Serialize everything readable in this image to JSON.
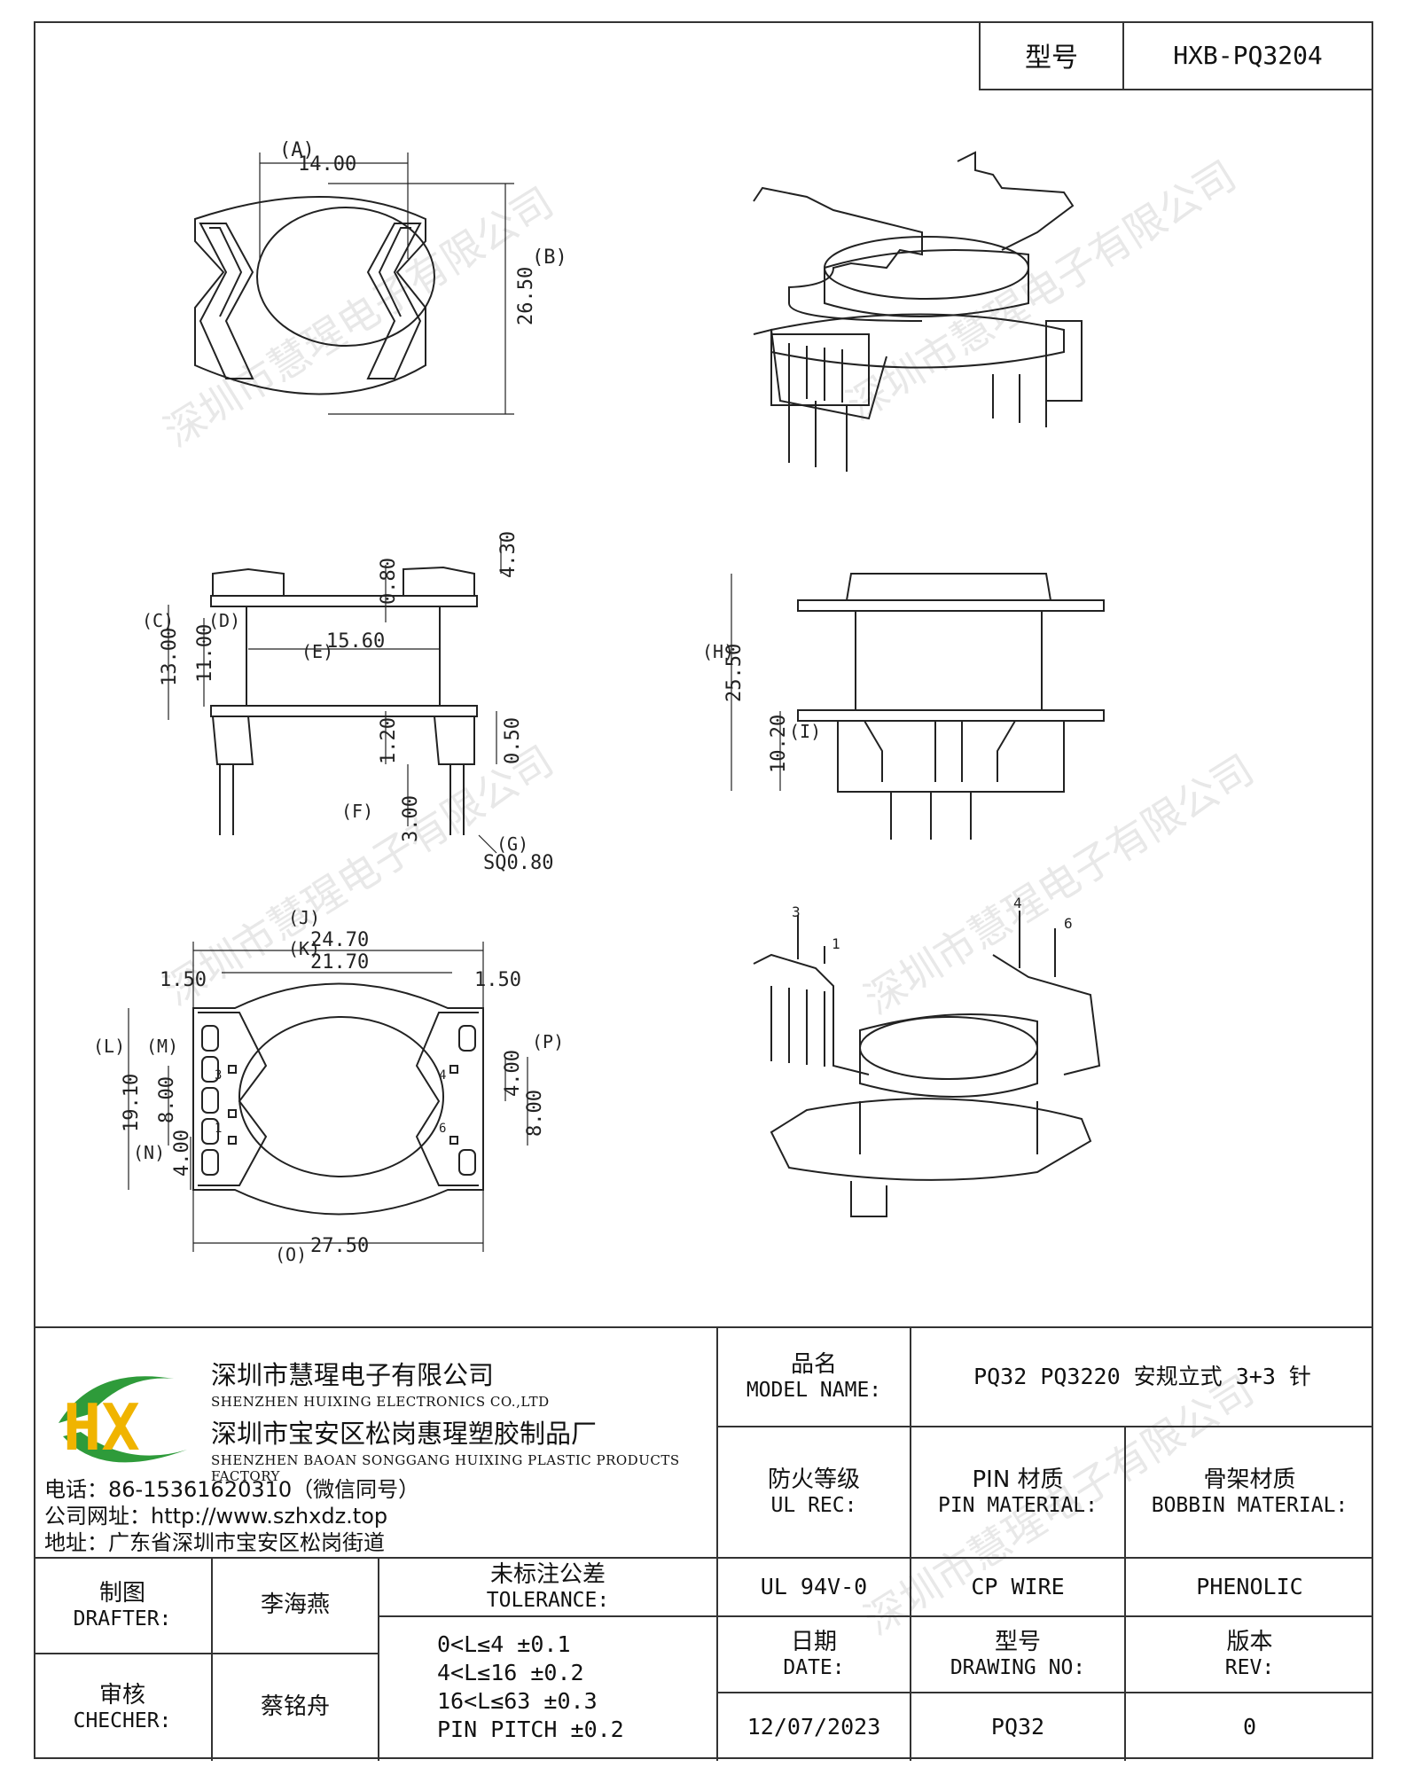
{
  "model_box": {
    "label": "型号",
    "value": "HXB-PQ3204"
  },
  "drawing": {
    "dims_top_left": {
      "a": "(A)",
      "a_val": "14.00",
      "b": "(B)",
      "b_val": "26.50"
    },
    "dims_mid_left": {
      "c": "(C)",
      "c_val": "13.00",
      "d": "(D)",
      "d_val": "11.00",
      "e": "(E)",
      "e_val": "15.60",
      "top_val": "4.30",
      "w_val": "0.80",
      "f": "(F)",
      "f_val": "3.00",
      "g": "(G)",
      "g_val": "SQ0.80",
      "pin_w": "1.20",
      "pin_t": "0.50"
    },
    "dims_mid_right": {
      "h": "(H)",
      "h_val": "25.50",
      "i": "(I)",
      "i_val": "10.20"
    },
    "dims_bottom_left": {
      "j": "(J)",
      "j_val": "24.70",
      "k": "(K)",
      "k_val": "21.70",
      "l": "(L)",
      "l_val": "19.10",
      "m": "(M)",
      "m_val": "8.00",
      "n": "(N)",
      "n_val": "4.00",
      "o": "(O)",
      "o_val": "27.50",
      "p": "(P)",
      "p_val": "4.00",
      "p2_val": "8.00",
      "side_l": "1.50",
      "side_r": "1.50",
      "pin3": "3",
      "pin1": "1",
      "pin6": "6",
      "pin4": "4"
    },
    "pin_labels_3d": {
      "p3": "3",
      "p1": "1",
      "p4": "4",
      "p6": "6"
    },
    "watermark": "深圳市慧瑆电子有限公司"
  },
  "company": {
    "name_cn": "深圳市慧瑆电子有限公司",
    "name_en": "SHENZHEN HUIXING ELECTRONICS CO.,LTD",
    "factory_cn": "深圳市宝安区松岗惠瑆塑胶制品厂",
    "factory_en": "SHENZHEN BAOAN SONGGANG HUIXING PLASTIC PRODUCTS FACTORY",
    "phone": "电话：86-15361620310（微信同号）",
    "website": "公司网址：http://www.szhxdz.top",
    "address": "地址：广东省深圳市宝安区松岗街道",
    "logo_text": "HX"
  },
  "title_block": {
    "model_name_cn": "品名",
    "model_name_en": "MODEL NAME:",
    "model_name_val": "PQ32 PQ3220 安规立式 3+3 针",
    "ul_cn": "防火等级",
    "ul_en": "UL REC:",
    "pin_mat_cn": "PIN 材质",
    "pin_mat_en": "PIN MATERIAL:",
    "bob_mat_cn": "骨架材质",
    "bob_mat_en": "BOBBIN MATERIAL:",
    "ul_val": "UL 94V-0",
    "pin_mat_val": "CP WIRE",
    "bob_mat_val": "PHENOLIC",
    "drafter_cn": "制图",
    "drafter_en": "DRAFTER:",
    "drafter_val": "李海燕",
    "checker_cn": "审核",
    "checker_en": "CHECHER:",
    "checker_val": "蔡铭舟",
    "tol_cn": "未标注公差",
    "tol_en": "TOLERANCE:",
    "tol_lines": [
      "0<L≤4  ±0.1",
      "4<L≤16 ±0.2",
      "16<L≤63 ±0.3",
      "PIN PITCH ±0.2"
    ],
    "date_cn": "日期",
    "date_en": "DATE:",
    "drawno_cn": "型号",
    "drawno_en": "DRAWING NO:",
    "rev_cn": "版本",
    "rev_en": "REV:",
    "date_val": "12/07/2023",
    "drawno_val": "PQ32",
    "rev_val": "0"
  }
}
